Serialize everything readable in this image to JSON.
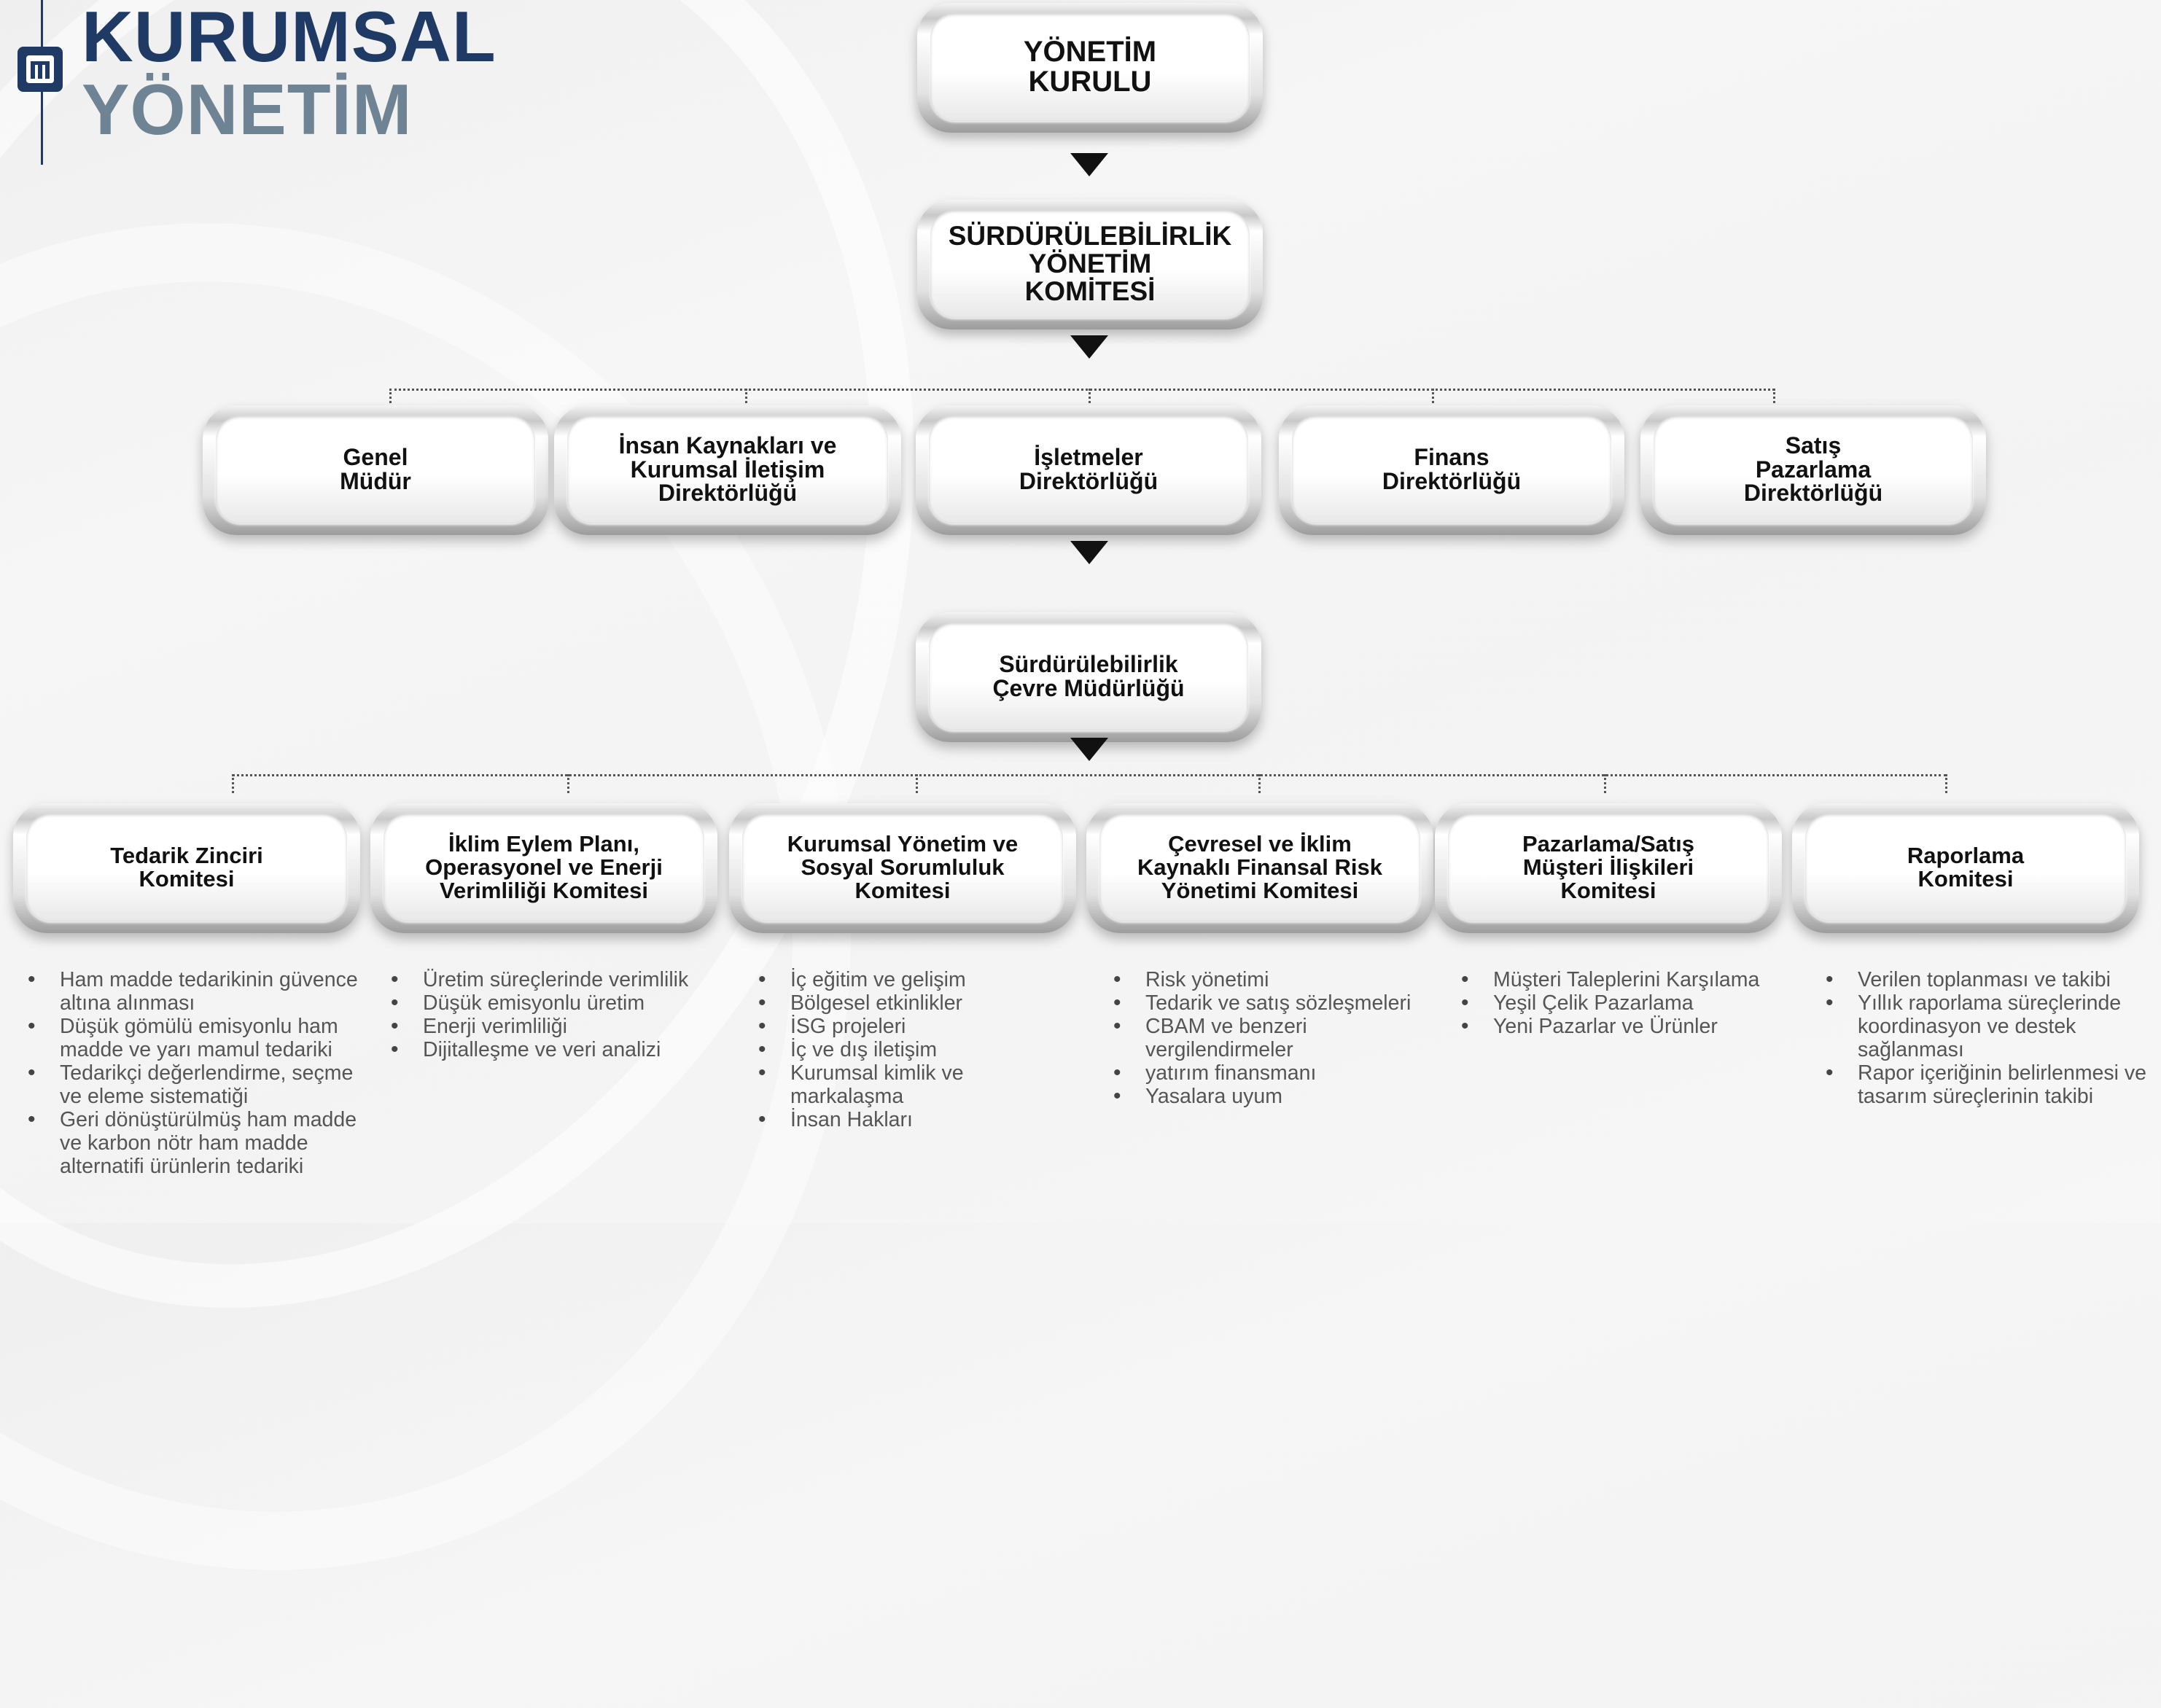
{
  "header": {
    "line1": "KURUMSAL",
    "line2": "YÖNETİM",
    "logo_icon": "company-logo-icon"
  },
  "colors": {
    "brand_dark": "#1f3a64",
    "brand_grey": "#6e8494"
  },
  "level1": {
    "label": "YÖNETİM\nKURULU"
  },
  "level2": {
    "label": "SÜRDÜRÜLEBİLİRLİK\nYÖNETİM\nKOMİTESİ"
  },
  "directorates": [
    {
      "label": "Genel\nMüdür"
    },
    {
      "label": "İnsan Kaynakları ve\nKurumsal İletişim\nDirektörlüğü"
    },
    {
      "label": "İşletmeler\nDirektörlüğü"
    },
    {
      "label": "Finans\nDirektörlüğü"
    },
    {
      "label": "Satış\nPazarlama\nDirektörlüğü"
    }
  ],
  "env_unit": {
    "label": "Sürdürülebilirlik\nÇevre Müdürlüğü"
  },
  "committees": [
    {
      "label": "Tedarik Zinciri\nKomitesi",
      "items": [
        "Ham madde tedarikinin güvence altına alınması",
        "Düşük gömülü emisyonlu ham madde ve yarı mamul tedariki",
        "Tedarikçi değerlendirme, seçme ve eleme sistematiği",
        "Geri dönüştürülmüş ham madde ve karbon nötr ham madde alternatifi ürünlerin tedariki"
      ]
    },
    {
      "label": "İklim Eylem Planı,\nOperasyonel ve Enerji\nVerimliliği Komitesi",
      "items": [
        "Üretim süreçlerinde verimlilik",
        "Düşük emisyonlu üretim",
        "Enerji verimliliği",
        "Dijitalleşme ve veri analizi"
      ]
    },
    {
      "label": "Kurumsal Yönetim ve\nSosyal Sorumluluk\nKomitesi",
      "items": [
        "İç eğitim ve gelişim",
        "Bölgesel etkinlikler",
        "İSG projeleri",
        "İç ve dış iletişim",
        "Kurumsal kimlik ve markalaşma",
        "İnsan Hakları"
      ]
    },
    {
      "label": "Çevresel ve İklim\nKaynaklı Finansal Risk\nYönetimi Komitesi",
      "items": [
        "Risk yönetimi",
        "Tedarik ve satış sözleşmeleri",
        "CBAM ve benzeri vergilendirmeler",
        "yatırım finansmanı",
        "Yasalara uyum"
      ]
    },
    {
      "label": "Pazarlama/Satış\nMüşteri İlişkileri\nKomitesi",
      "items": [
        "Müşteri Taleplerini Karşılama",
        "Yeşil Çelik Pazarlama",
        "Yeni Pazarlar ve Ürünler"
      ]
    },
    {
      "label": "Raporlama\nKomitesi",
      "items": [
        "Verilen toplanması ve takibi",
        "Yıllık raporlama süreçlerinde koordinasyon ve destek sağlanması",
        "Rapor içeriğinin belirlenmesi ve tasarım süreçlerinin takibi"
      ]
    }
  ]
}
